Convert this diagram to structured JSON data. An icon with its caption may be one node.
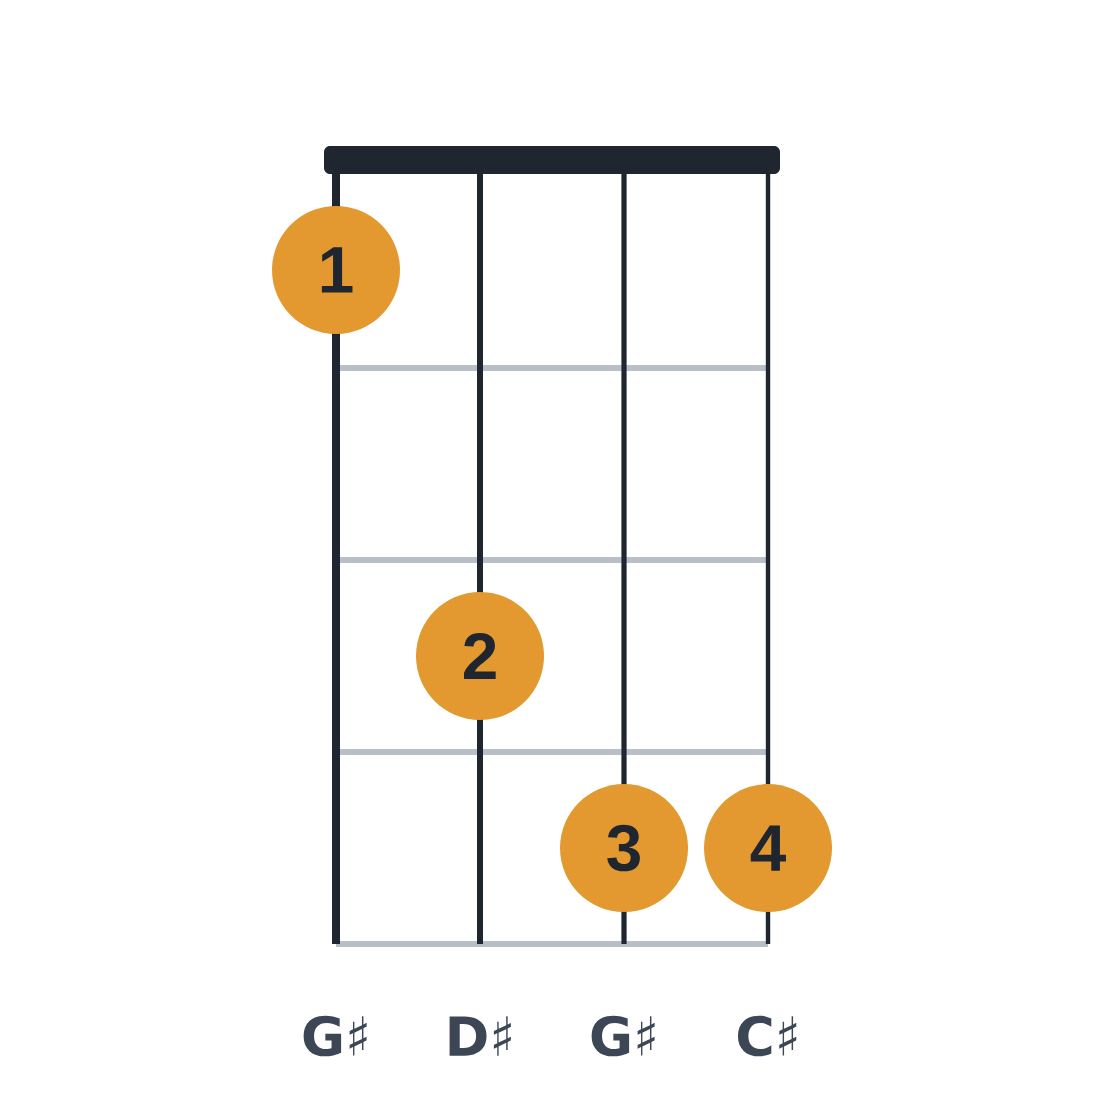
{
  "diagram": {
    "nodes": [
      {
        "text": [
          "1"
        ]
      },
      {
        "text": [
          "2"
        ]
      },
      {
        "text": [
          "3"
        ]
      },
      {
        "text": [
          "4"
        ]
      }
    ],
    "labels": [
      "G♯",
      "D♯",
      "G♯",
      "C♯"
    ]
  }
}
